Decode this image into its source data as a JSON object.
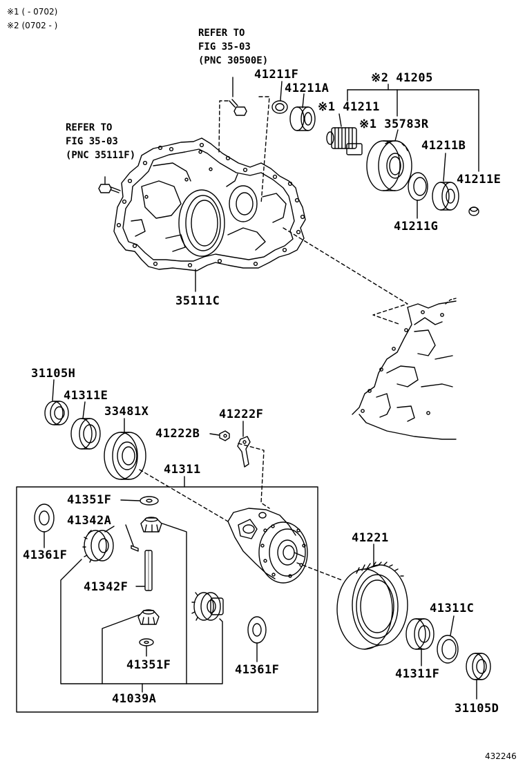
{
  "notes": [
    "※1 (        - 0702)",
    "※2 (0702 -          )"
  ],
  "refer_blocks": [
    {
      "id": "ref-a",
      "lines": [
        "REFER TO",
        "FIG 35-03",
        "(PNC 30500E)"
      ]
    },
    {
      "id": "ref-b",
      "lines": [
        "REFER TO",
        "FIG 35-03",
        "(PNC 35111F)"
      ]
    }
  ],
  "part_labels": {
    "p41211F_top": "41211F",
    "p41211A": "41211A",
    "p41205": "※2 41205",
    "p41211": "※1 41211",
    "p35783R": "※1 35783R",
    "p41211B": "41211B",
    "p41211E": "41211E",
    "p41211G": "41211G",
    "p35111C": "35111C",
    "p31105H": "31105H",
    "p41311E": "41311E",
    "p33481X": "33481X",
    "p41222F": "41222F",
    "p41222B": "41222B",
    "p41311": "41311",
    "p41351F_a": "41351F",
    "p41342A": "41342A",
    "p41361F_a": "41361F",
    "p41342F": "41342F",
    "p41351F_b": "41351F",
    "p41361F_b": "41361F",
    "p41039A": "41039A",
    "p41221": "41221",
    "p41311C": "41311C",
    "p41311F": "41311F",
    "p31105D": "31105D"
  },
  "illustration_number": "432246"
}
